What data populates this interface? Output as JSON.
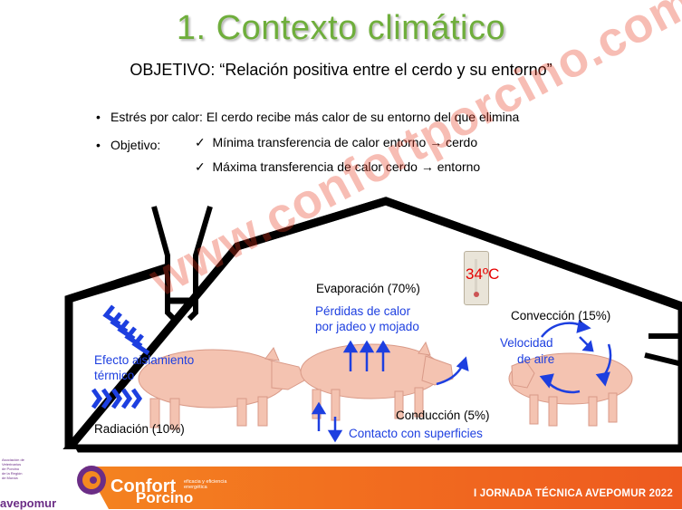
{
  "title": "1. Contexto climático",
  "objective": "OBJETIVO: “Relación positiva entre el cerdo y su entorno”",
  "bullets": {
    "bullet1": "Estrés por calor: El cerdo recibe más calor de su entorno del que elimina",
    "bullet2_label": "Objetivo:",
    "check1": "Mínima transferencia de calor entorno → cerdo",
    "check2": "Máxima transferencia de calor cerdo → entorno",
    "check_mark": "✓",
    "bullet_mark": "•"
  },
  "watermark": "www.confortporcino.com",
  "diagram": {
    "temperature": "34ºC",
    "evaporation": "Evaporación (70%)",
    "heat_loss_line1": "Pérdidas de calor",
    "heat_loss_line2": "por jadeo y mojado",
    "convection": "Convección (15%)",
    "air_speed_line1": "Velocidad",
    "air_speed_line2": "de aire",
    "insulation_line1": "Efecto aislamiento",
    "insulation_line2": "térmico",
    "radiation": "Radiación (10%)",
    "conduction": "Conducción (5%)",
    "contact": "Contacto con superficies"
  },
  "footer": {
    "association_lines": [
      "Asociación de",
      "Veterinarios",
      "de Porcino",
      "de la Región",
      "de Murcia"
    ],
    "avepomur": "avepomur",
    "brand_top": "Confort",
    "brand_bottom": "Porcino",
    "tagline_line1": "eficacia y eficiencia",
    "tagline_line2": "energética",
    "event": "I JORNADA TÉCNICA AVEPOMUR 2022"
  },
  "colors": {
    "title_green": "#6fae3c",
    "accent_blue": "#1d3fe0",
    "footer_orange": "#f16a1f",
    "temperature_red": "#e60000"
  }
}
